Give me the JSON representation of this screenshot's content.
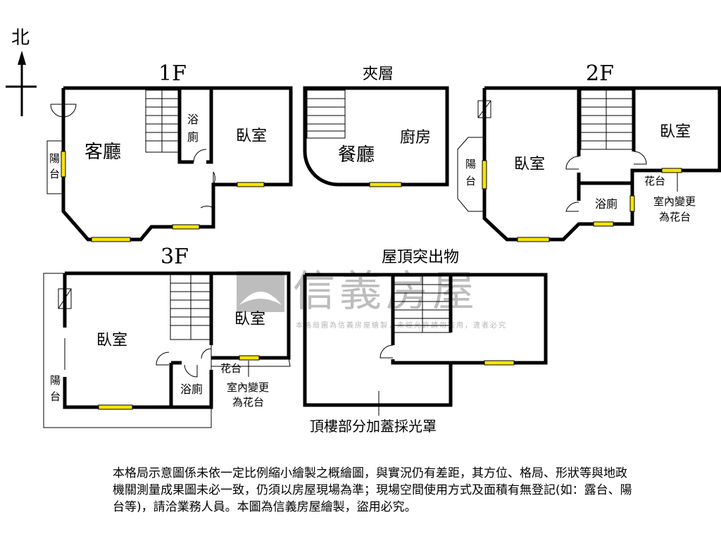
{
  "compass": {
    "north_label": "北"
  },
  "floors": {
    "f1": {
      "title": "1F",
      "rooms": {
        "living": "客廳",
        "bath": "浴廁",
        "bedroom": "臥室",
        "balcony": "陽台"
      }
    },
    "mezz": {
      "title": "夾層",
      "rooms": {
        "dining": "餐廳",
        "kitchen": "廚房"
      }
    },
    "f2": {
      "title": "2F",
      "rooms": {
        "bedroom_main": "臥室",
        "bedroom_right": "臥室",
        "bath": "浴廁",
        "balcony": "陽台",
        "planter": "花台",
        "planter_note": [
          "室內變更",
          "為花台"
        ]
      }
    },
    "f3": {
      "title": "3F",
      "rooms": {
        "bedroom_main": "臥室",
        "bedroom_right": "臥室",
        "bath": "浴廁",
        "balcony": "陽台",
        "planter": "花台",
        "planter_note": [
          "室內變更",
          "為花台"
        ]
      }
    },
    "roof": {
      "title": "屋頂突出物",
      "note": "頂樓部分加蓋採光罩"
    }
  },
  "watermark": {
    "brand": "信義房屋",
    "subtitle": "本格局圖為信義房屋繪製，未經允許請勿盜用，違者必究"
  },
  "disclaimer": "本格局示意圖係未依一定比例縮小繪製之概繪圖，與實況仍有差距，其方位、格局、形狀等與地政機關測量成果圖未必一致，仍須以房屋現場為準；現場空間使用方式及面積有無登記(如：露台、陽台等)，請洽業務人員。本圖為信義房屋繪製，盜用必究。",
  "colors": {
    "window": "#f5e400",
    "wall": "#000000",
    "watermark": "#888888"
  }
}
